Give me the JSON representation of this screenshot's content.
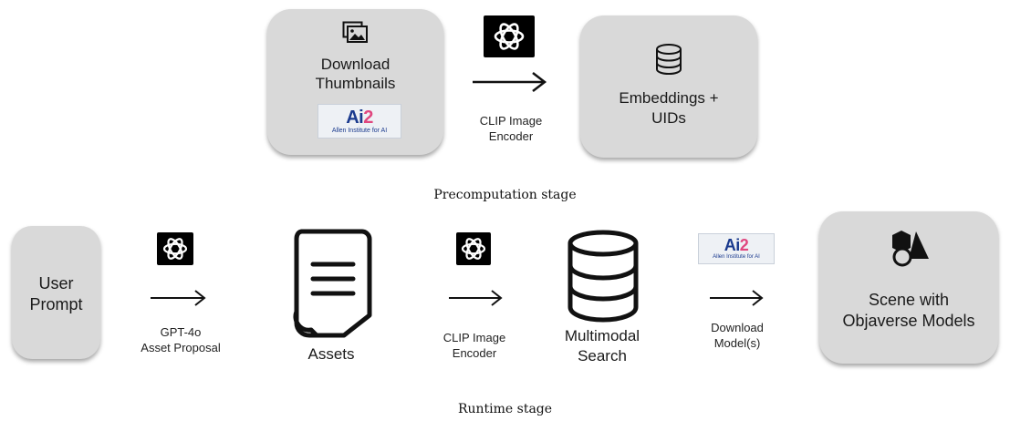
{
  "precomputation": {
    "download_box": {
      "line1": "Download",
      "line2": "Thumbnails",
      "icon": "image-gallery-icon"
    },
    "encoder_caption": {
      "line1": "CLIP Image",
      "line2": "Encoder"
    },
    "embeddings_box": {
      "line1": "Embeddings +",
      "line2": "UIDs",
      "icon": "database-icon"
    },
    "stage_label": "Precomputation stage"
  },
  "runtime": {
    "user_box": {
      "line1": "User",
      "line2": "Prompt"
    },
    "gpt_caption": {
      "line1": "GPT-4o",
      "line2": "Asset Proposal"
    },
    "assets_label": "Assets",
    "clip_caption": {
      "line1": "CLIP Image",
      "line2": "Encoder"
    },
    "search_label": {
      "line1": "Multimodal",
      "line2": "Search"
    },
    "download_caption": {
      "line1": "Download",
      "line2": "Model(s)"
    },
    "scene_box": {
      "line1": "Scene with",
      "line2": "Objaverse Models",
      "icon": "shapes-icon"
    },
    "stage_label": "Runtime stage"
  },
  "logos": {
    "ai2_text": "Ai2",
    "ai2_sub": "Allen Institute for AI",
    "openai_icon": "openai-logo-icon"
  },
  "colors": {
    "box_fill": "#d9d9d9",
    "ai2_blue": "#1a3a8e",
    "ai2_pink": "#e0477f"
  }
}
